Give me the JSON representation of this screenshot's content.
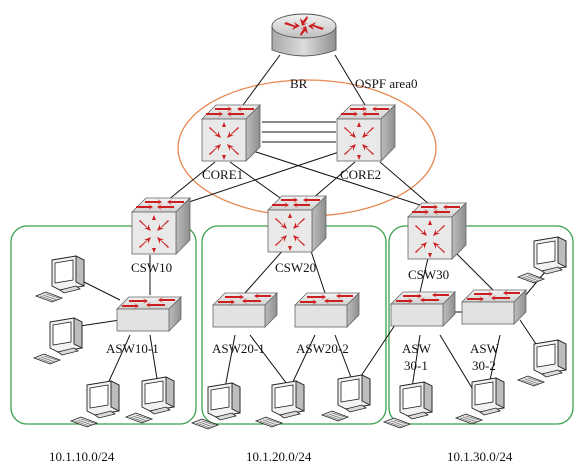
{
  "labels": {
    "br": "BR",
    "ospf": "OSPF area0",
    "core1": "CORE1",
    "core2": "CORE2",
    "csw10": "CSW10",
    "csw20": "CSW20",
    "csw30": "CSW30",
    "asw10_1": "ASW10-1",
    "asw20_1": "ASW20-1",
    "asw20_2": "ASW20-2",
    "asw30_1_a": "ASW",
    "asw30_1_b": "30-1",
    "asw30_2_a": "ASW",
    "asw30_2_b": "30-2",
    "subnet10": "10.1.10.0/24",
    "subnet20": "10.1.20.0/24",
    "subnet30": "10.1.30.0/24"
  },
  "colors": {
    "ospf_ellipse": "#e8874f",
    "subnet_box": "#3aa04a",
    "switch_face": "#e6e6e6",
    "arrow": "#cc1f1f",
    "router_body": "#cfcfcf"
  },
  "icons": {
    "router": "router-icon",
    "switch": "switch-icon",
    "pc": "pc-icon"
  }
}
